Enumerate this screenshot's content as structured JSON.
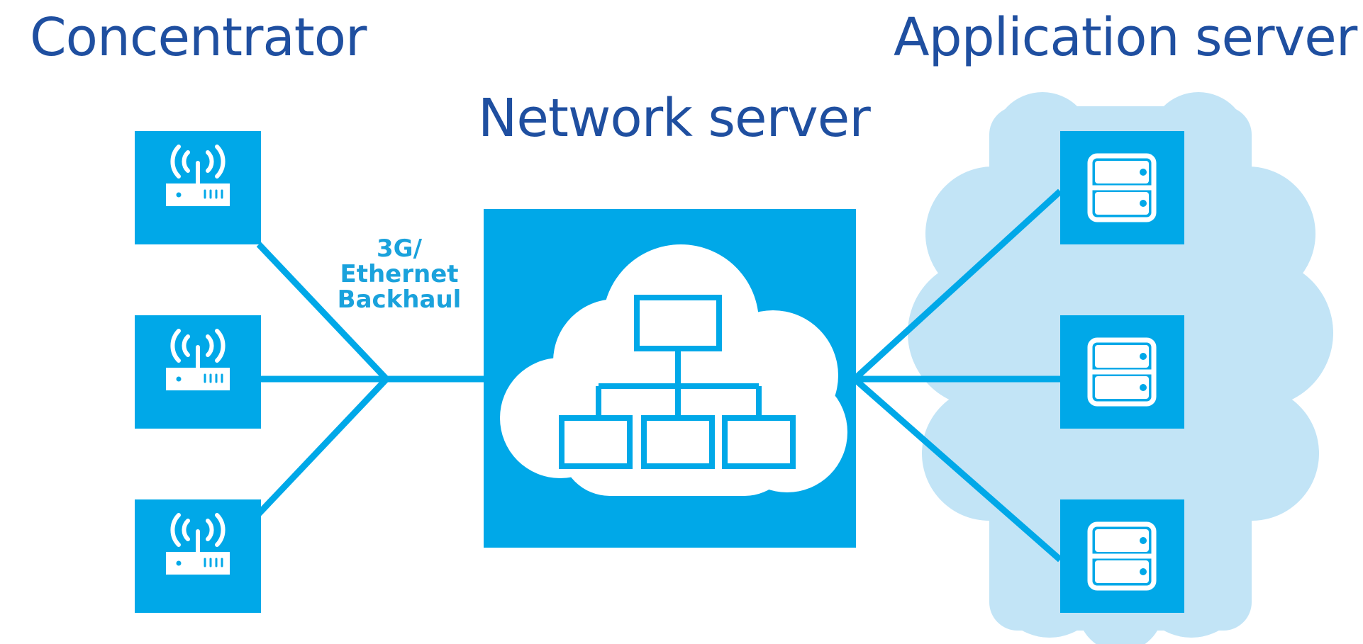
{
  "labels": {
    "concentrator": "Concentrator",
    "network_server": "Network server",
    "application_server": "Application server"
  },
  "backhaul": {
    "line1": "3G/",
    "line2": "Ethernet",
    "line3": "Backhaul"
  },
  "concentrators": [
    {
      "icon": "gateway-antenna-icon"
    },
    {
      "icon": "gateway-antenna-icon"
    },
    {
      "icon": "gateway-antenna-icon"
    }
  ],
  "application_servers": [
    {
      "icon": "server-rack-icon"
    },
    {
      "icon": "server-rack-icon"
    },
    {
      "icon": "server-rack-icon"
    }
  ],
  "colors": {
    "primary": "#00a8e8",
    "cloud_bg": "#c2e4f6",
    "heading_text": "#1f4fa0",
    "backhaul_text": "#1aa2dc"
  }
}
